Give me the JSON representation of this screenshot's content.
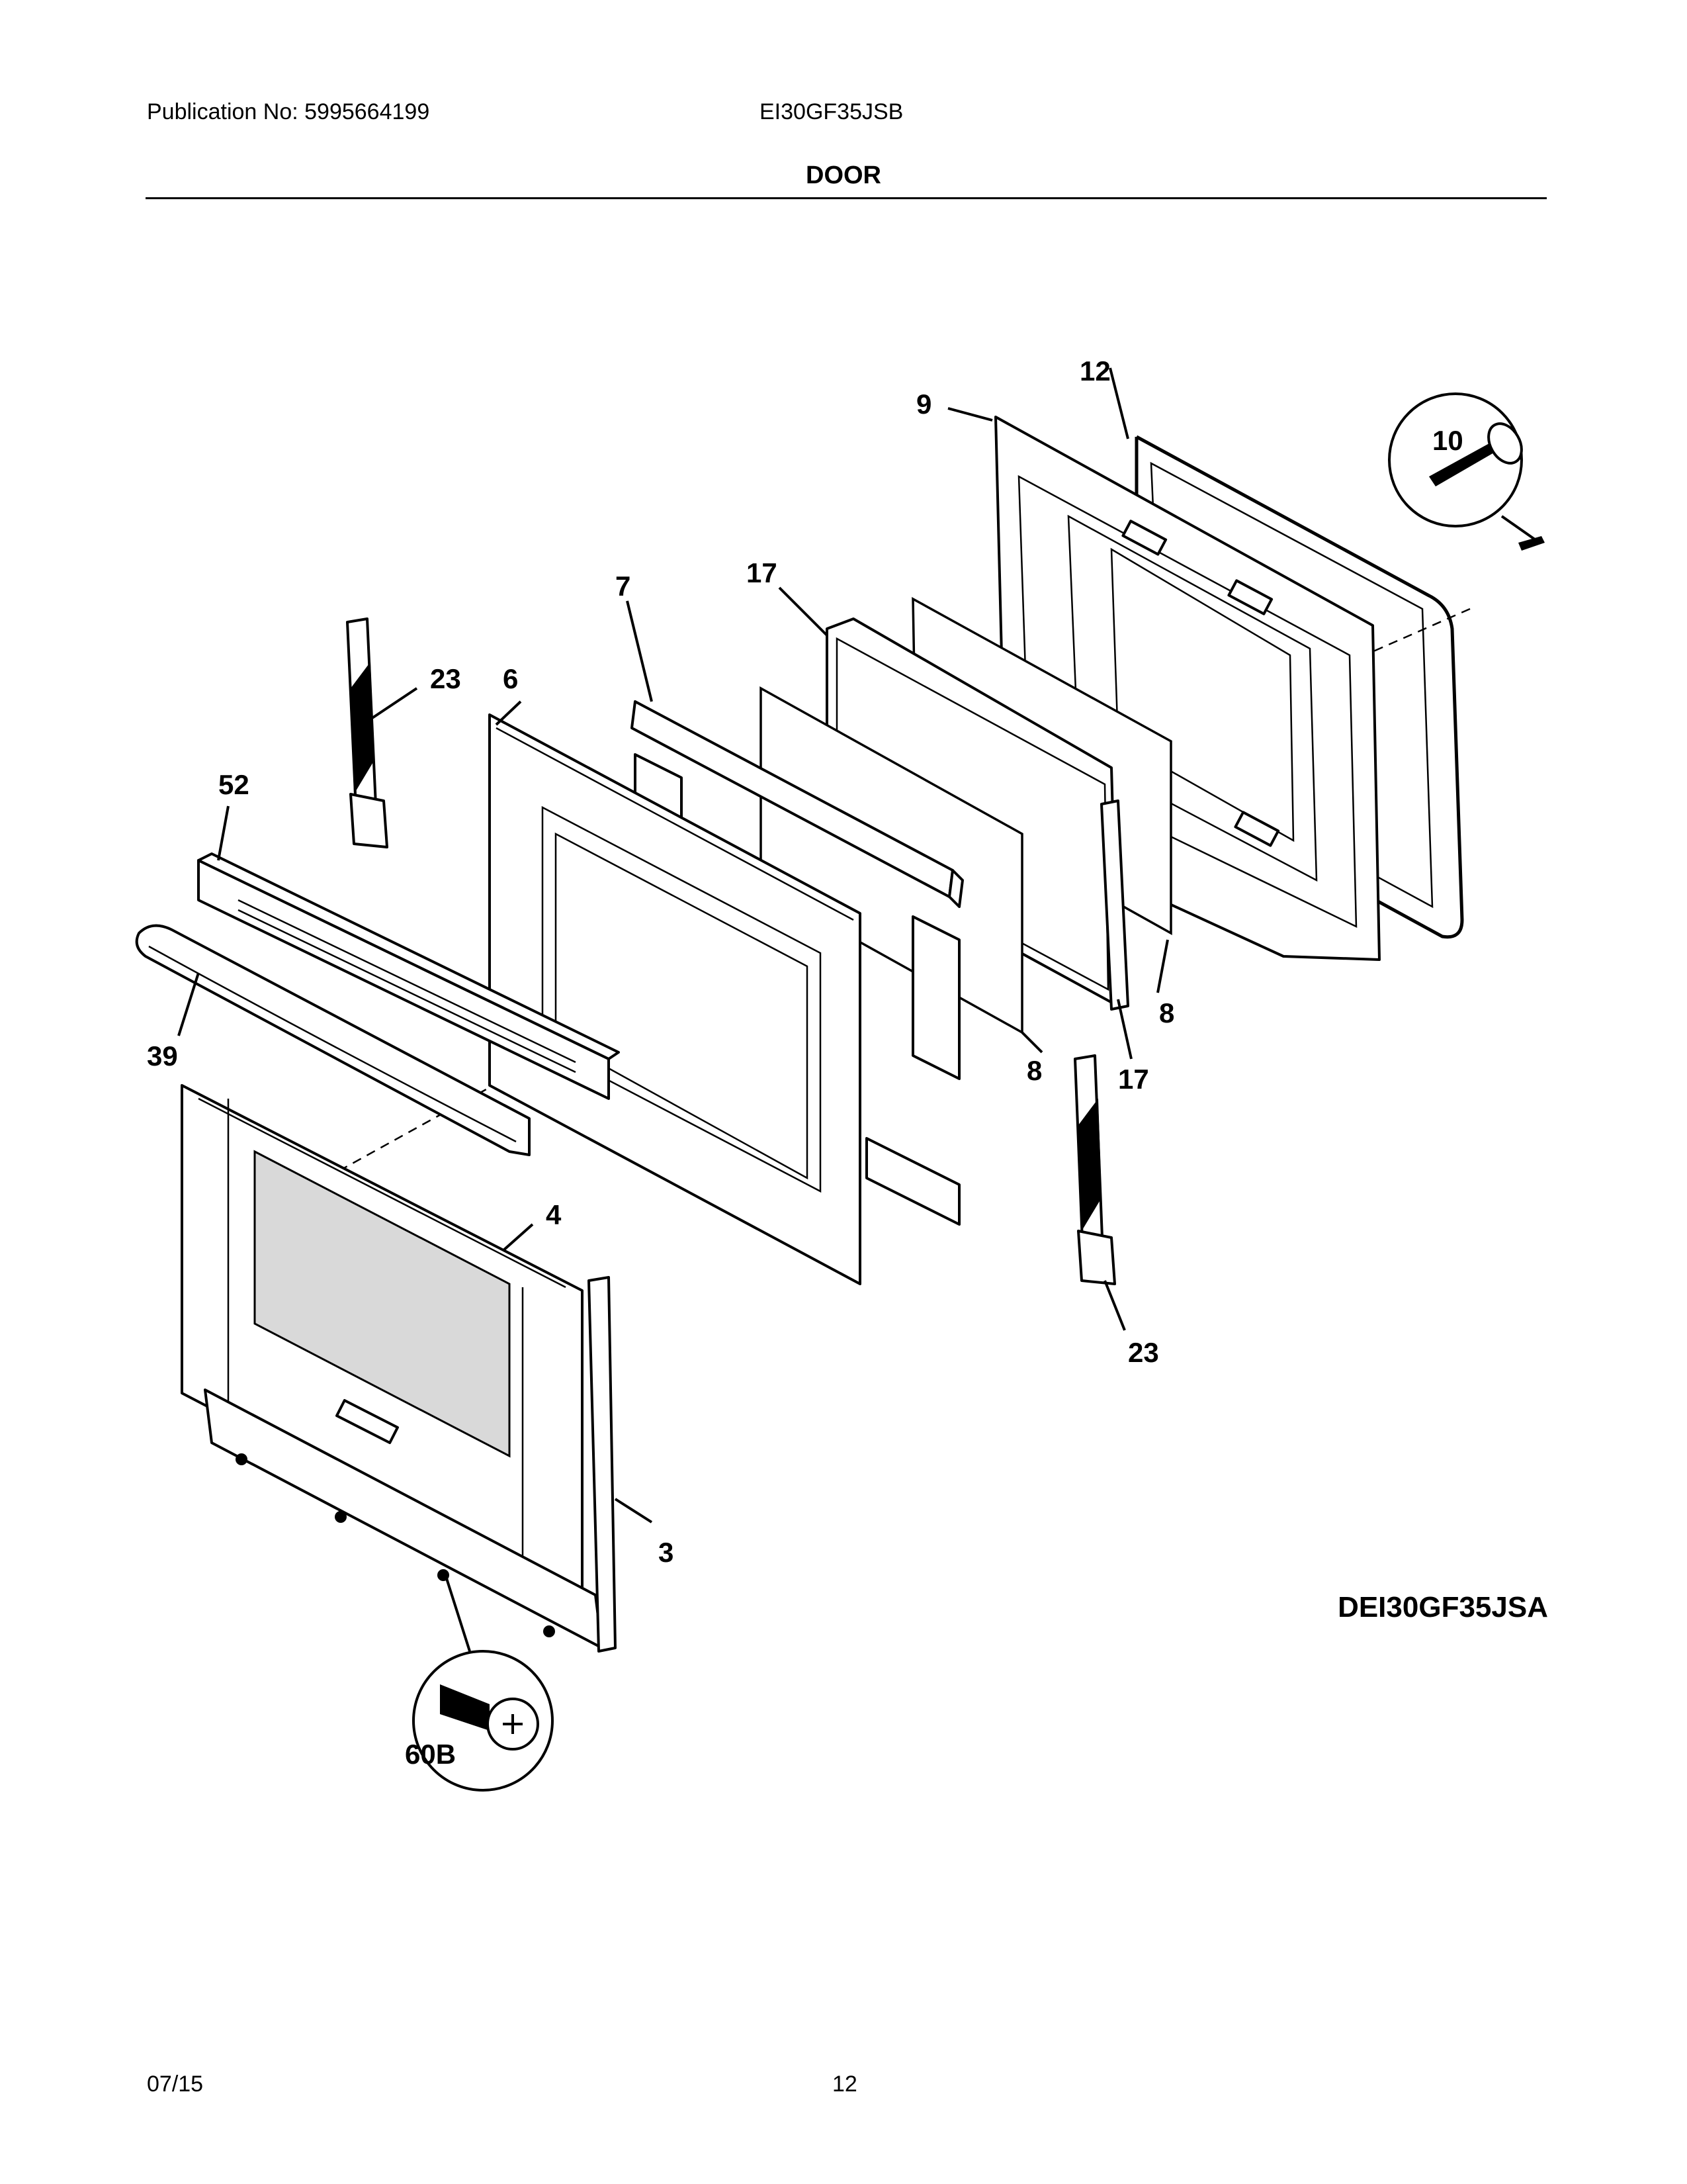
{
  "header": {
    "publication": "Publication No: 5995664199",
    "model": "EI30GF35JSB",
    "section_title": "DOOR"
  },
  "diagram_code": "DEI30GF35JSA",
  "footer": {
    "date": "07/15",
    "page": "12"
  },
  "callouts": {
    "p12": "12",
    "p9": "9",
    "p10": "10",
    "p7": "7",
    "p17_top": "17",
    "p23_left": "23",
    "p6": "6",
    "p52": "52",
    "p39": "39",
    "p8_right": "8",
    "p17_bottom": "17",
    "p8_bottom": "8",
    "p4": "4",
    "p23_right": "23",
    "p3": "3",
    "p60b": "60B"
  }
}
